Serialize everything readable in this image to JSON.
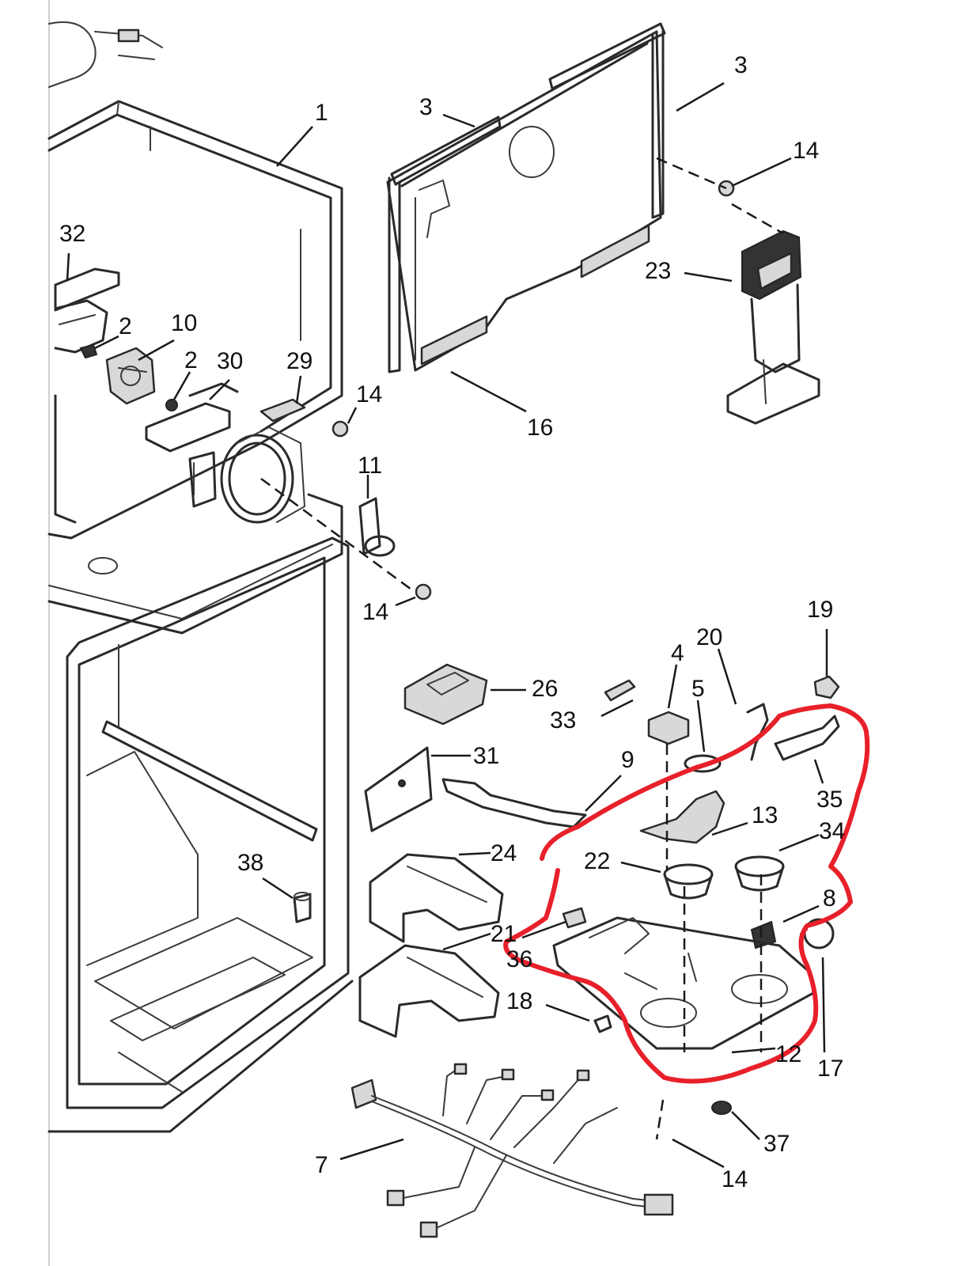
{
  "labels": [
    {
      "id": "p1",
      "text": "1"
    },
    {
      "id": "p3a",
      "text": "3"
    },
    {
      "id": "p3b",
      "text": "3"
    },
    {
      "id": "p14a",
      "text": "14"
    },
    {
      "id": "p32",
      "text": "32"
    },
    {
      "id": "p23",
      "text": "23"
    },
    {
      "id": "p2a",
      "text": "2"
    },
    {
      "id": "p10",
      "text": "10"
    },
    {
      "id": "p2b",
      "text": "2"
    },
    {
      "id": "p30",
      "text": "30"
    },
    {
      "id": "p29",
      "text": "29"
    },
    {
      "id": "p14b",
      "text": "14"
    },
    {
      "id": "p16",
      "text": "16"
    },
    {
      "id": "p11",
      "text": "11"
    },
    {
      "id": "p14c",
      "text": "14"
    },
    {
      "id": "p19",
      "text": "19"
    },
    {
      "id": "p20",
      "text": "20"
    },
    {
      "id": "p4",
      "text": "4"
    },
    {
      "id": "p5",
      "text": "5"
    },
    {
      "id": "p26",
      "text": "26"
    },
    {
      "id": "p33",
      "text": "33"
    },
    {
      "id": "p31",
      "text": "31"
    },
    {
      "id": "p9",
      "text": "9"
    },
    {
      "id": "p35",
      "text": "35"
    },
    {
      "id": "p13",
      "text": "13"
    },
    {
      "id": "p34",
      "text": "34"
    },
    {
      "id": "p24",
      "text": "24"
    },
    {
      "id": "p22",
      "text": "22"
    },
    {
      "id": "p38",
      "text": "38"
    },
    {
      "id": "p8",
      "text": "8"
    },
    {
      "id": "p21",
      "text": "21"
    },
    {
      "id": "p36",
      "text": "36"
    },
    {
      "id": "p18",
      "text": "18"
    },
    {
      "id": "p12",
      "text": "12"
    },
    {
      "id": "p17",
      "text": "17"
    },
    {
      "id": "p37",
      "text": "37"
    },
    {
      "id": "p7",
      "text": "7"
    },
    {
      "id": "p14d",
      "text": "14"
    }
  ],
  "colors": {
    "line": "#2a2a2a",
    "highlight": "#e8202a",
    "background": "#ffffff"
  }
}
